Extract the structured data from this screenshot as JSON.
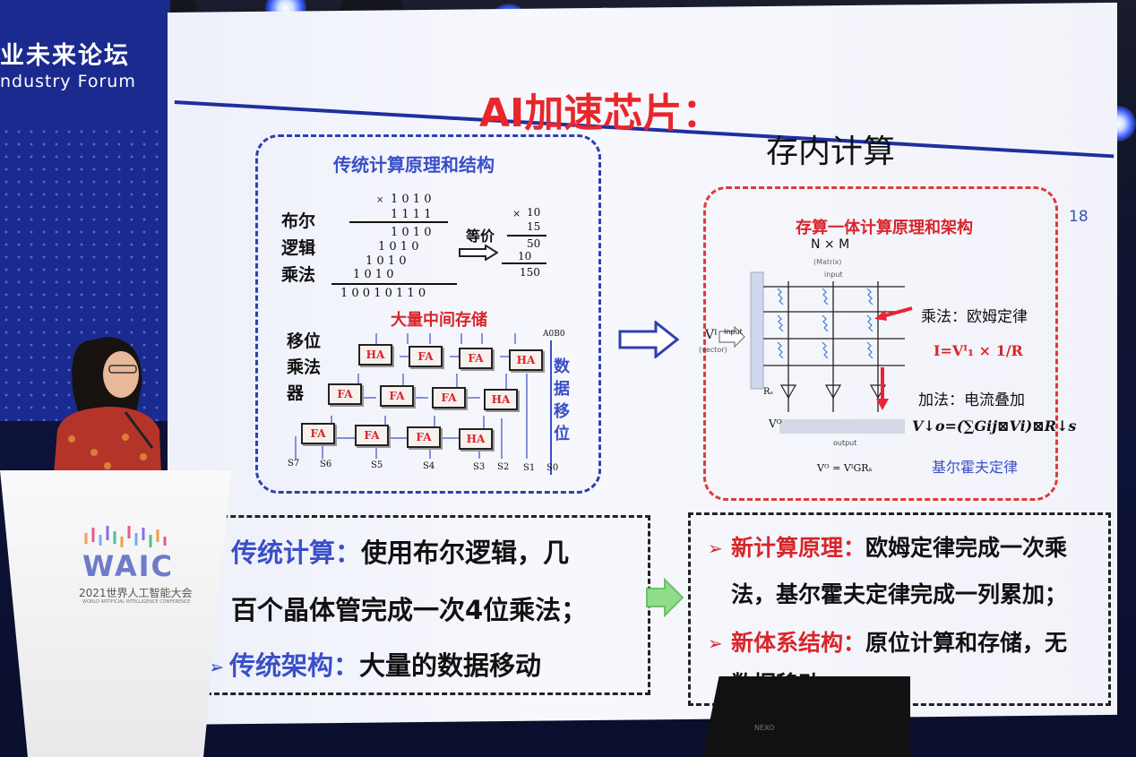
{
  "banner": {
    "forum_cn": "业未来论坛",
    "forum_en": "ndustry Forum"
  },
  "slide": {
    "title_ai": "AI加速芯片：",
    "title_rest": "存内计算",
    "page_number": "18",
    "traditional": {
      "heading": "传统计算原理和结构",
      "bool_mult_label": [
        "布尔",
        "逻辑",
        "乘法"
      ],
      "binary_lines": [
        "1 0 1 0",
        "1 1 1 1",
        "1 0 1 0",
        "1 0 1 0",
        "1 0 1 0",
        "1 0 1 0",
        "1 0 0 1 0 1 1 0"
      ],
      "times": "×",
      "equiv": "等价",
      "decimal_lines": [
        "10",
        "15",
        "50",
        "10",
        "150"
      ],
      "storage_label": "大量中间存储",
      "shift_label": [
        "移位",
        "乘法",
        "器"
      ],
      "data_move_label": [
        "数",
        "据",
        "移",
        "位"
      ],
      "adders_row1": [
        "HA",
        "FA",
        "FA",
        "HA"
      ],
      "adders_row2": [
        "FA",
        "FA",
        "FA",
        "HA"
      ],
      "adders_row3": [
        "FA",
        "FA",
        "FA",
        "HA"
      ],
      "outputs": [
        "S7",
        "S6",
        "S5",
        "S4",
        "S3",
        "S2",
        "S1",
        "S0"
      ],
      "inputs": "A0B0"
    },
    "cim": {
      "heading": "存算一体计算原理和架构",
      "matrix_label": "N × M",
      "matrix_sub": "(Matrix)",
      "input_label": "input",
      "vector_in": "Vᴵ",
      "vector_input_word": "Input",
      "vector_word": "(vector)",
      "output_label": "output",
      "vo_label": "Vᴼ",
      "vo_formula": "Vᴼ = VᴵGRₛ",
      "mult_law": "乘法：欧姆定律",
      "formula_i": "I=Vᴵ₁ × 1/R",
      "add_law": "加法：电流叠加",
      "formula_vo": "V↓o=(∑Gij⊠Vi)⊠R↓s",
      "kirchhoff": "基尔霍夫定律",
      "rs_label": "Rₛ"
    },
    "bottom_left": {
      "line1_key": "传统计算：",
      "line1_text": "使用布尔逻辑，几",
      "line2_text": "百个晶体管完成一次4位乘法；",
      "line3_key": "传统架构：",
      "line3_text": "大量的数据移动"
    },
    "bottom_right": {
      "line1_key": "新计算原理：",
      "line1_text": "欧姆定律完成一次乘",
      "line2_text": "法，基尔霍夫定律完成一列累加；",
      "line3_key": "新体系结构：",
      "line3_text": "原位计算和存储，无",
      "line4_text": "数据移动"
    }
  },
  "podium": {
    "logo": "WAIC",
    "subtitle_cn": "2021世界人工智能大会",
    "subtitle_en": "WORLD ARTIFICIAL INTELLIGENCE CONFERENCE"
  },
  "monitor_brand": "NEXO"
}
